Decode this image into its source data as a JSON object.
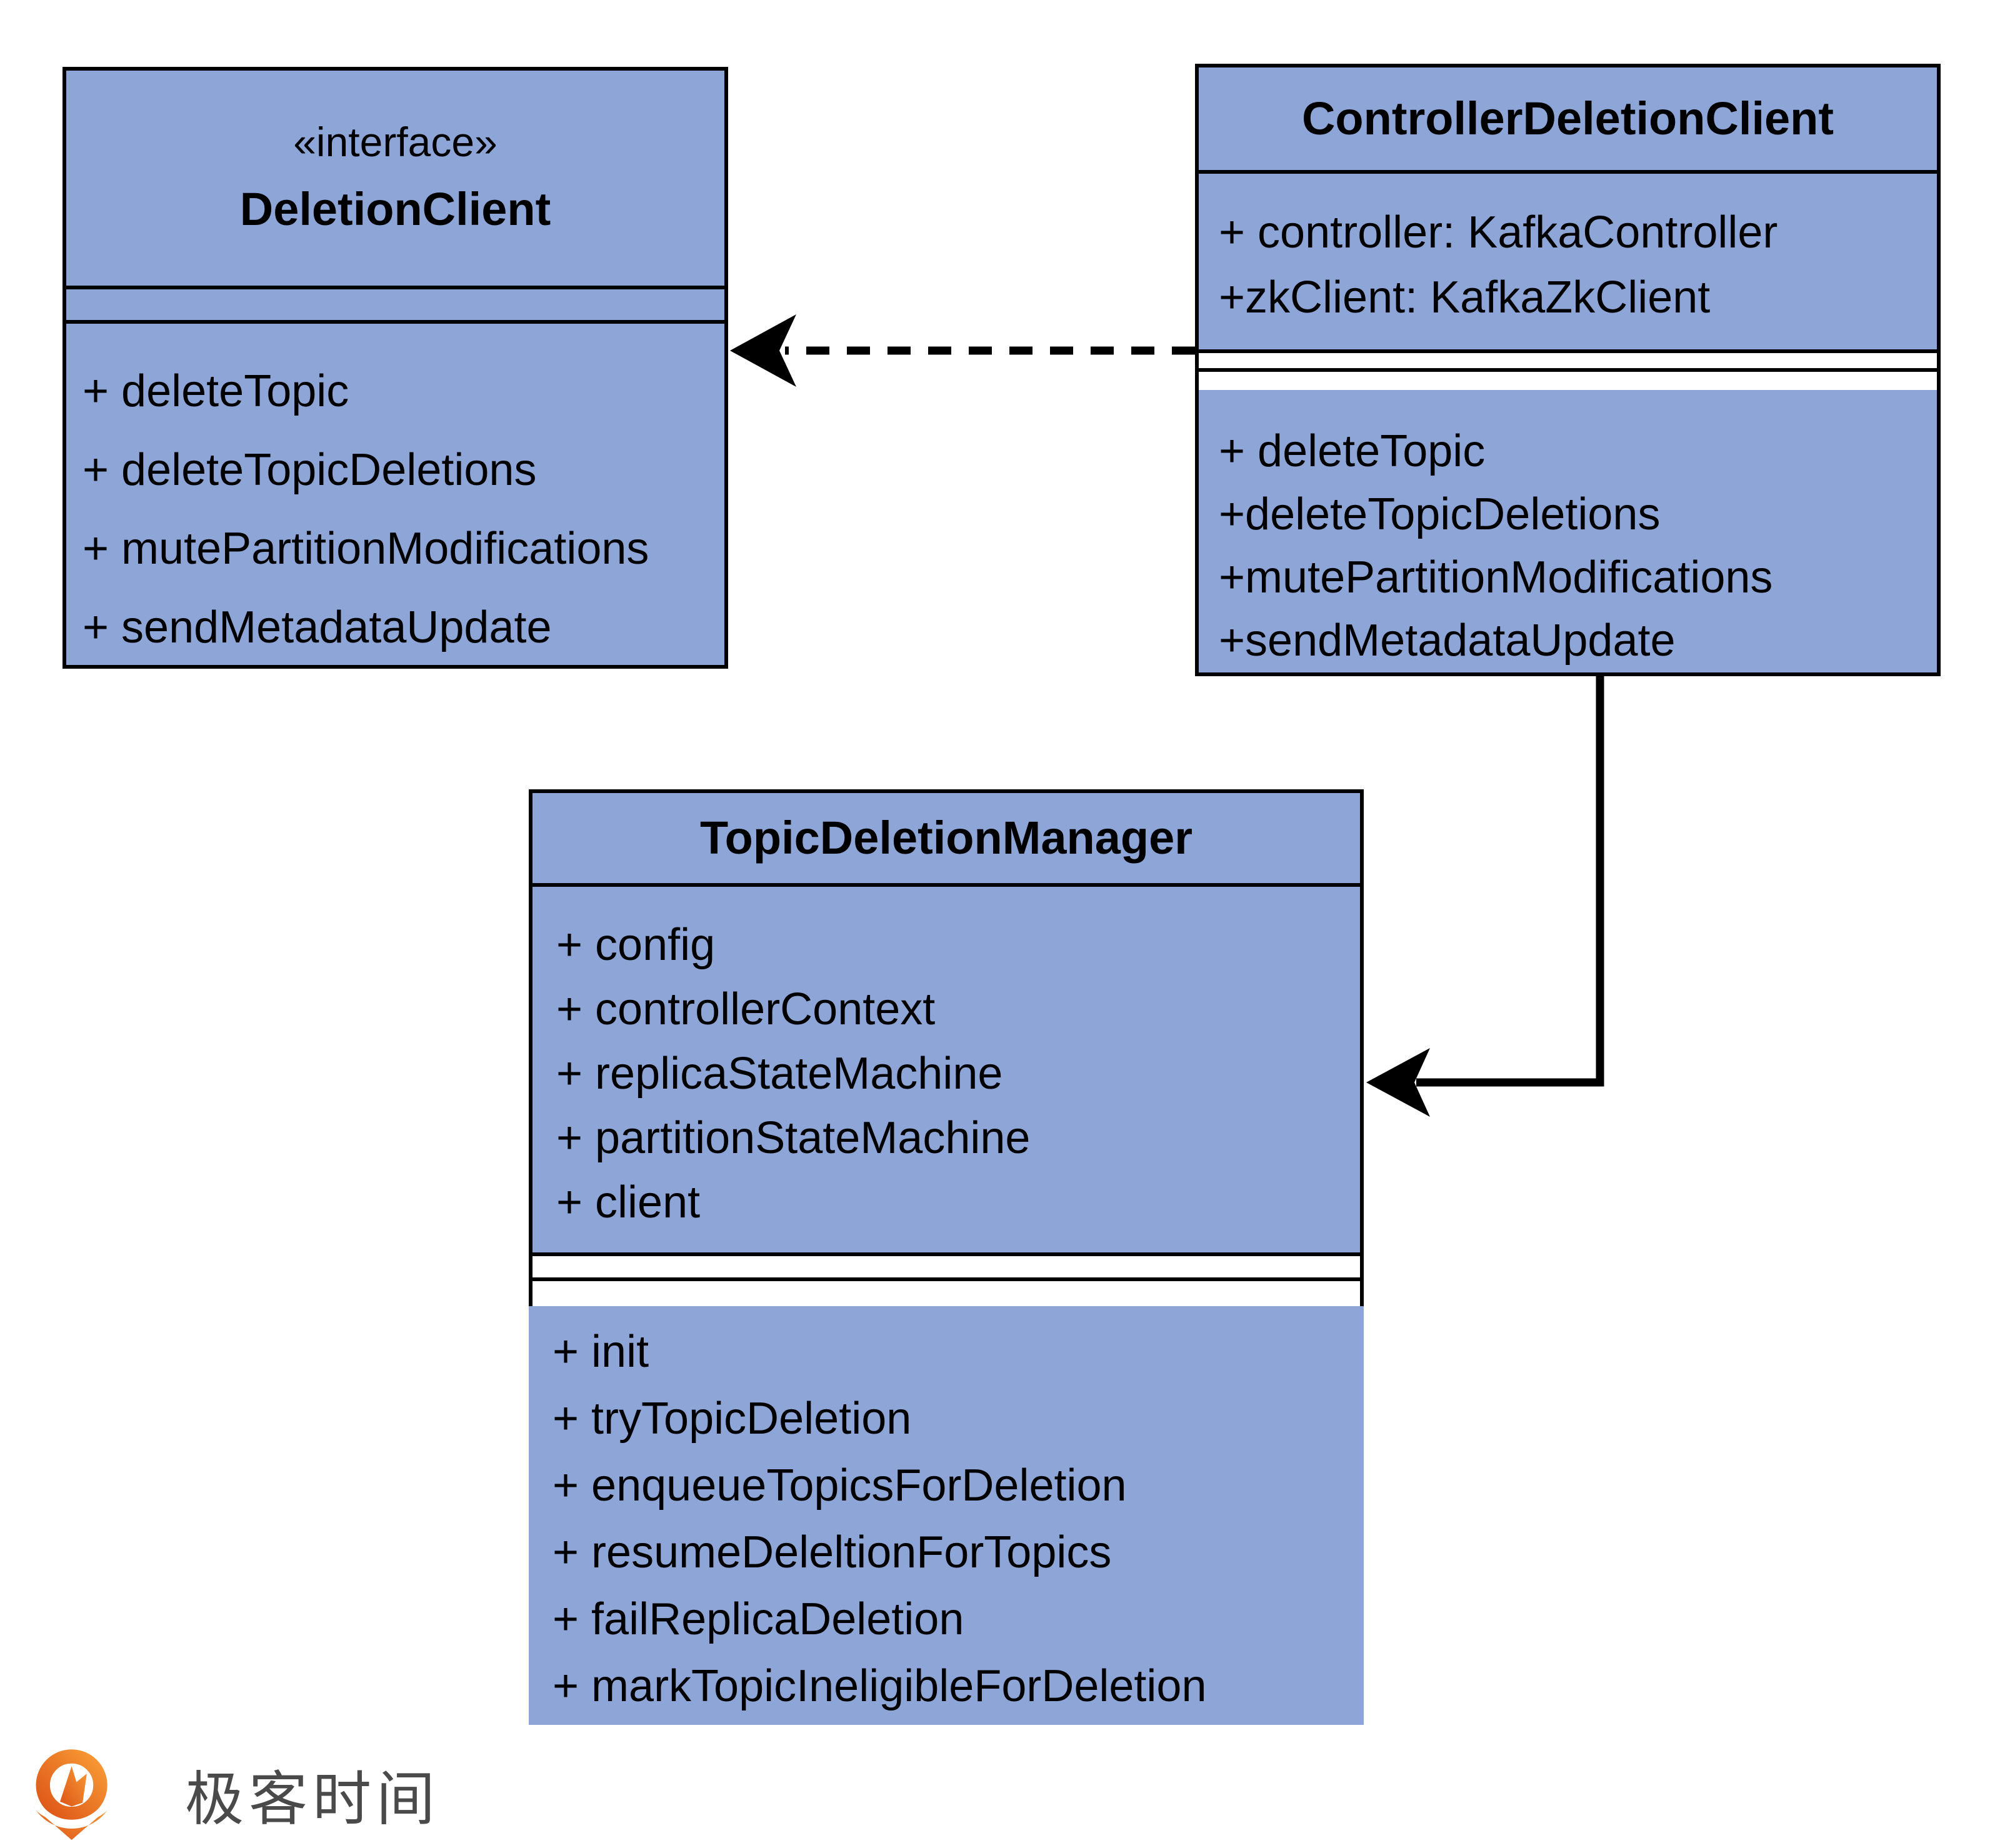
{
  "diagram_title": "Kafka topic deletion UML class diagram",
  "colors": {
    "class_fill": "#8ea5d8",
    "border": "#000000",
    "logo_orange_dark": "#dd5517",
    "logo_orange_light": "#f89b35",
    "logo_text_gray": "#4a4a4a"
  },
  "classes": {
    "deletion_client": {
      "stereotype": "«interface»",
      "name": "DeletionClient",
      "attributes": [],
      "methods": [
        "+ deleteTopic",
        "+ deleteTopicDeletions",
        "+ mutePartitionModifications",
        "+ sendMetadataUpdate"
      ]
    },
    "controller_deletion_client": {
      "name": "ControllerDeletionClient",
      "attributes": [
        "+ controller: KafkaController",
        "+zkClient: KafkaZkClient"
      ],
      "methods": [
        "+ deleteTopic",
        "+deleteTopicDeletions",
        "+mutePartitionModifications",
        "+sendMetadataUpdate"
      ]
    },
    "topic_deletion_manager": {
      "name": "TopicDeletionManager",
      "attributes": [
        "+ config",
        "+ controllerContext",
        "+ replicaStateMachine",
        "+ partitionStateMachine",
        "+ client"
      ],
      "methods": [
        "+ init",
        "+ tryTopicDeletion",
        "+ enqueueTopicsForDeletion",
        "+ resumeDeleltionForTopics",
        "+ failReplicaDeletion",
        "+ markTopicIneligibleForDeletion"
      ]
    }
  },
  "relations": [
    {
      "from": "ControllerDeletionClient",
      "to": "DeletionClient",
      "style": "dashed-arrow"
    },
    {
      "from": "ControllerDeletionClient",
      "to": "TopicDeletionManager",
      "style": "solid-elbow-arrow"
    }
  ],
  "logo": {
    "text": "极客时间"
  }
}
